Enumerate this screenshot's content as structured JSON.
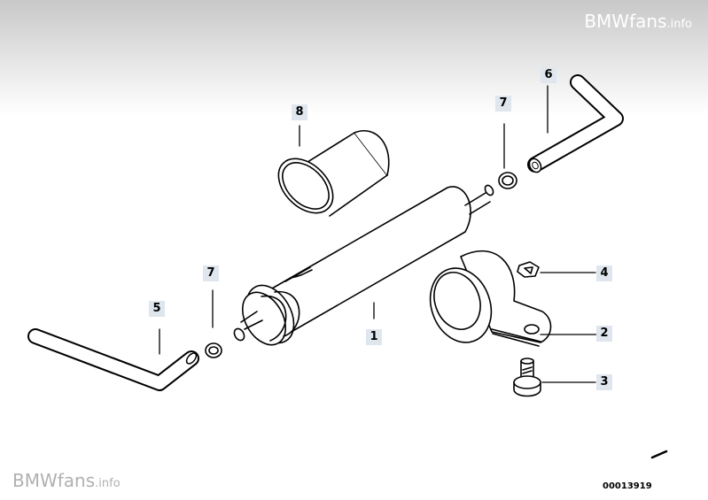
{
  "watermark_top": {
    "brand": "BMWfans",
    "suffix": ".info"
  },
  "watermark_bottom": {
    "brand": "BMWfans",
    "suffix": ".info"
  },
  "callouts": {
    "p1": "1",
    "p2": "2",
    "p3": "3",
    "p4": "4",
    "p5": "5",
    "p6": "6",
    "p7a": "7",
    "p7b": "7",
    "p8": "8"
  },
  "drawing_number": "00013919",
  "colors": {
    "callout_bg": "#dfe6ee",
    "line": "#000000",
    "watermark_bottom": "#b0b0b0"
  }
}
